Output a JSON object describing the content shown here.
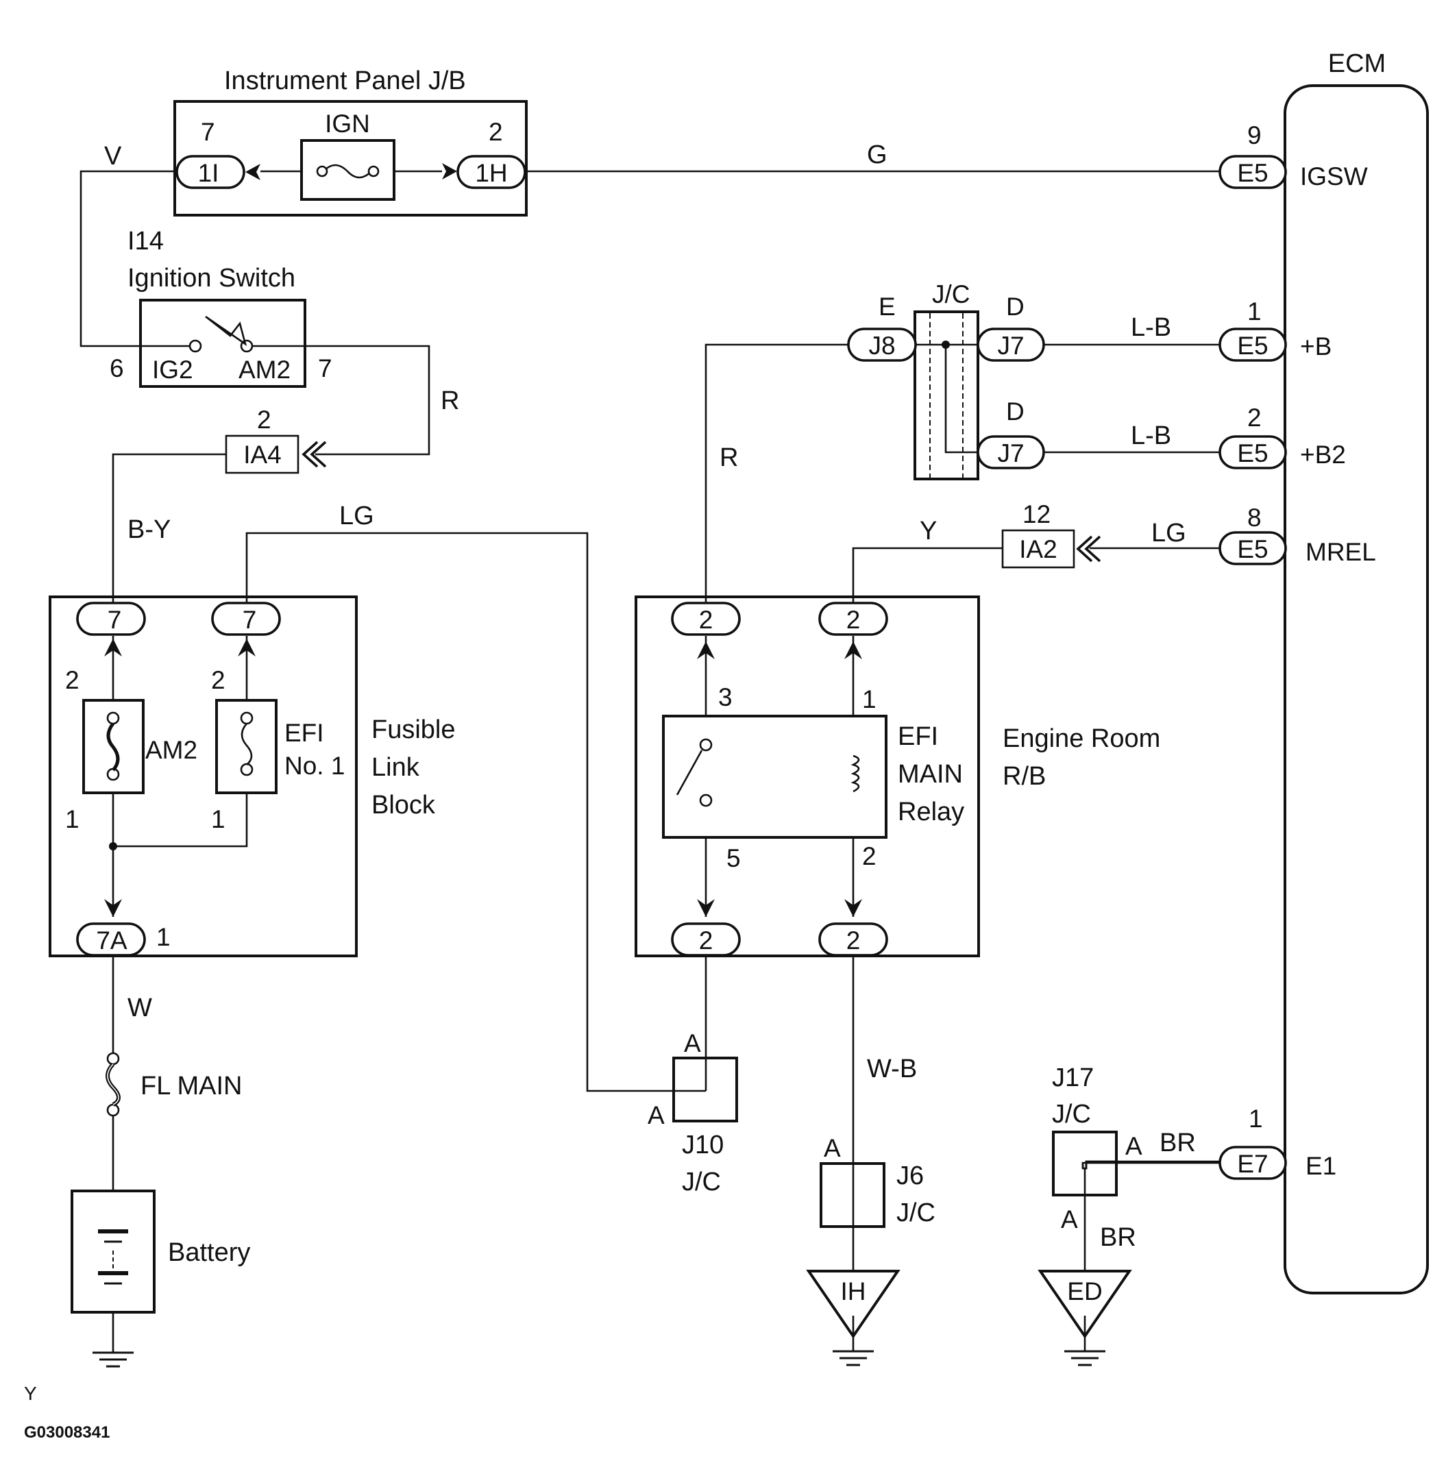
{
  "ecm": {
    "label": "ECM",
    "terminals": [
      "IGSW",
      "+B",
      "+B2",
      "MREL",
      "E1"
    ]
  },
  "instrument_panel": {
    "title": "Instrument Panel J/B",
    "fuse": "IGN",
    "left_pin": "7",
    "left_conn": "1I",
    "right_pin": "2",
    "right_conn": "1H"
  },
  "ignition_switch": {
    "id": "I14",
    "title": "Ignition Switch",
    "ig2": "IG2",
    "am2": "AM2",
    "left_pin": "6",
    "right_pin": "7"
  },
  "wires": {
    "v": "V",
    "g": "G",
    "r1": "R",
    "by": "B-Y",
    "lg1": "LG",
    "r2": "R",
    "lb1": "L-B",
    "lb2": "L-B",
    "y": "Y",
    "lg2": "LG",
    "w": "W",
    "wb": "W-B",
    "br1": "BR",
    "br2": "BR"
  },
  "ia4": {
    "pin": "2",
    "conn": "IA4"
  },
  "ia2": {
    "pin": "12",
    "conn": "IA2"
  },
  "ecm_conns": [
    {
      "pin": "9",
      "conn": "E5"
    },
    {
      "pin": "1",
      "conn": "E5"
    },
    {
      "pin": "2",
      "conn": "E5"
    },
    {
      "pin": "8",
      "conn": "E5"
    },
    {
      "pin": "1",
      "conn": "E7"
    }
  ],
  "jc_top": {
    "label": "J/C",
    "e": "E",
    "j8": "J8",
    "d1": "D",
    "j7a": "J7",
    "d2": "D",
    "j7b": "J7"
  },
  "fusible": {
    "title": [
      "Fusible",
      "Link",
      "Block"
    ],
    "top_left": "7",
    "top_right": "7",
    "am2": "AM2",
    "efi": [
      "EFI",
      "No. 1"
    ],
    "pin2a": "2",
    "pin2b": "2",
    "pin1a": "1",
    "pin1b": "1",
    "bottom_conn": "7A",
    "bottom_pin": "1"
  },
  "engine_room": {
    "title": [
      "Engine Room",
      "R/B"
    ],
    "relay": [
      "EFI",
      "MAIN",
      "Relay"
    ],
    "top_left": "2",
    "top_right": "2",
    "bottom_left": "2",
    "bottom_right": "2",
    "p3": "3",
    "p1": "1",
    "p5": "5",
    "p2": "2"
  },
  "fl_main": "FL MAIN",
  "battery": "Battery",
  "j10": {
    "a1": "A",
    "a2": "A",
    "name": "J10",
    "jc": "J/C"
  },
  "j6": {
    "a": "A",
    "name": "J6",
    "jc": "J/C"
  },
  "j17": {
    "name": "J17",
    "jc": "J/C",
    "a1": "A",
    "a2": "A"
  },
  "grounds": {
    "ih": "IH",
    "ed": "ED"
  },
  "footer": {
    "code": "Y",
    "id": "G03008341"
  }
}
